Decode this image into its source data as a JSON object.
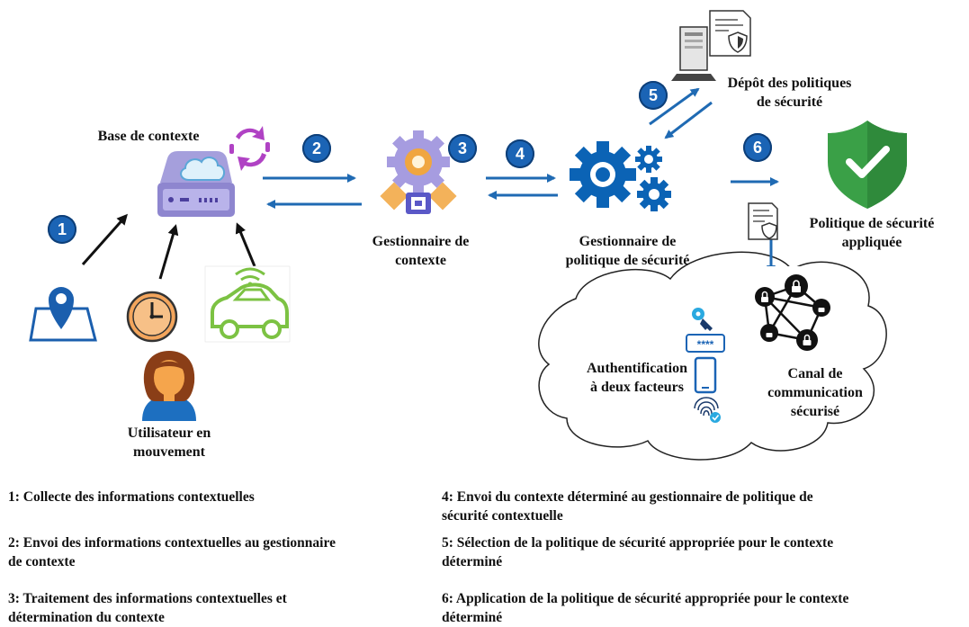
{
  "nodes": {
    "base_contexte": "Base de contexte",
    "gestionnaire_contexte": "Gestionnaire de\ncontexte",
    "gestionnaire_politique": "Gestionnaire de\npolitique de sécurité",
    "depot": "Dépôt des politiques\nde sécurité",
    "politique_appliquee": "Politique de sécurité\nappliquée",
    "utilisateur": "Utilisateur en\nmouvement",
    "authentification": "Authentification\nà deux facteurs",
    "canal": "Canal de\ncommunication\nsécurisé"
  },
  "badges": [
    "1",
    "2",
    "3",
    "4",
    "5",
    "6"
  ],
  "password_mask": "****",
  "legend": [
    "1: Collecte des informations contextuelles",
    "2: Envoi des informations contextuelles au gestionnaire\nde contexte",
    "3: Traitement des informations contextuelles et\ndétermination du contexte",
    "4: Envoi du contexte déterminé au gestionnaire de politique de\nsécurité contextuelle",
    "5: Sélection de la politique de sécurité appropriée pour le contexte\ndéterminé",
    "6: Application de la politique de sécurité appropriée pour le contexte\ndéterminé"
  ],
  "colors": {
    "arrow_blue": "#1f6ab3",
    "badge_blue": "#1b64b5",
    "gear_blue": "#0b63b5",
    "shield_green": "#3aa047",
    "person_orange": "#f39a3c",
    "car_green": "#7cc243",
    "server_purple": "#8e86cf"
  },
  "icons": [
    "map-pin-icon",
    "clock-icon",
    "person-icon",
    "connected-car-icon",
    "cloud-server-icon",
    "sync-icon",
    "gears-chip-icon",
    "gears-icon",
    "server-icon",
    "document-shield-icon",
    "shield-check-icon",
    "key-icon",
    "password-icon",
    "phone-icon",
    "fingerprint-icon",
    "network-lock-icon",
    "cloud-icon"
  ]
}
